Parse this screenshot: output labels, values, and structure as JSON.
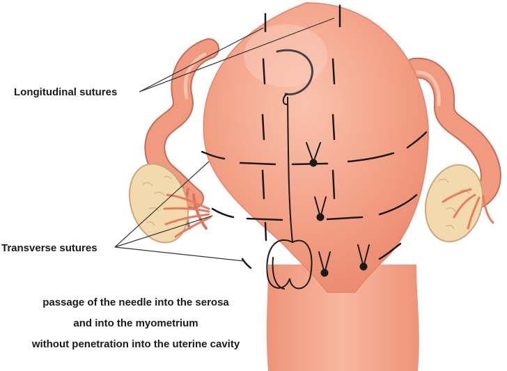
{
  "labels": {
    "longitudinal": "Longitudinal sutures",
    "transverse": "Transverse sutures"
  },
  "caption": {
    "line1": "passage of the needle into the serosa",
    "line2": "and into the myometrium",
    "line3": "without penetration into the uterine cavity"
  },
  "colors": {
    "uterus": "#f4a58b",
    "uterus_highlight": "#f9c3ae",
    "tube": "#ef957c",
    "ovary": "#f3d9ae",
    "suture": "#1a1a1a"
  }
}
